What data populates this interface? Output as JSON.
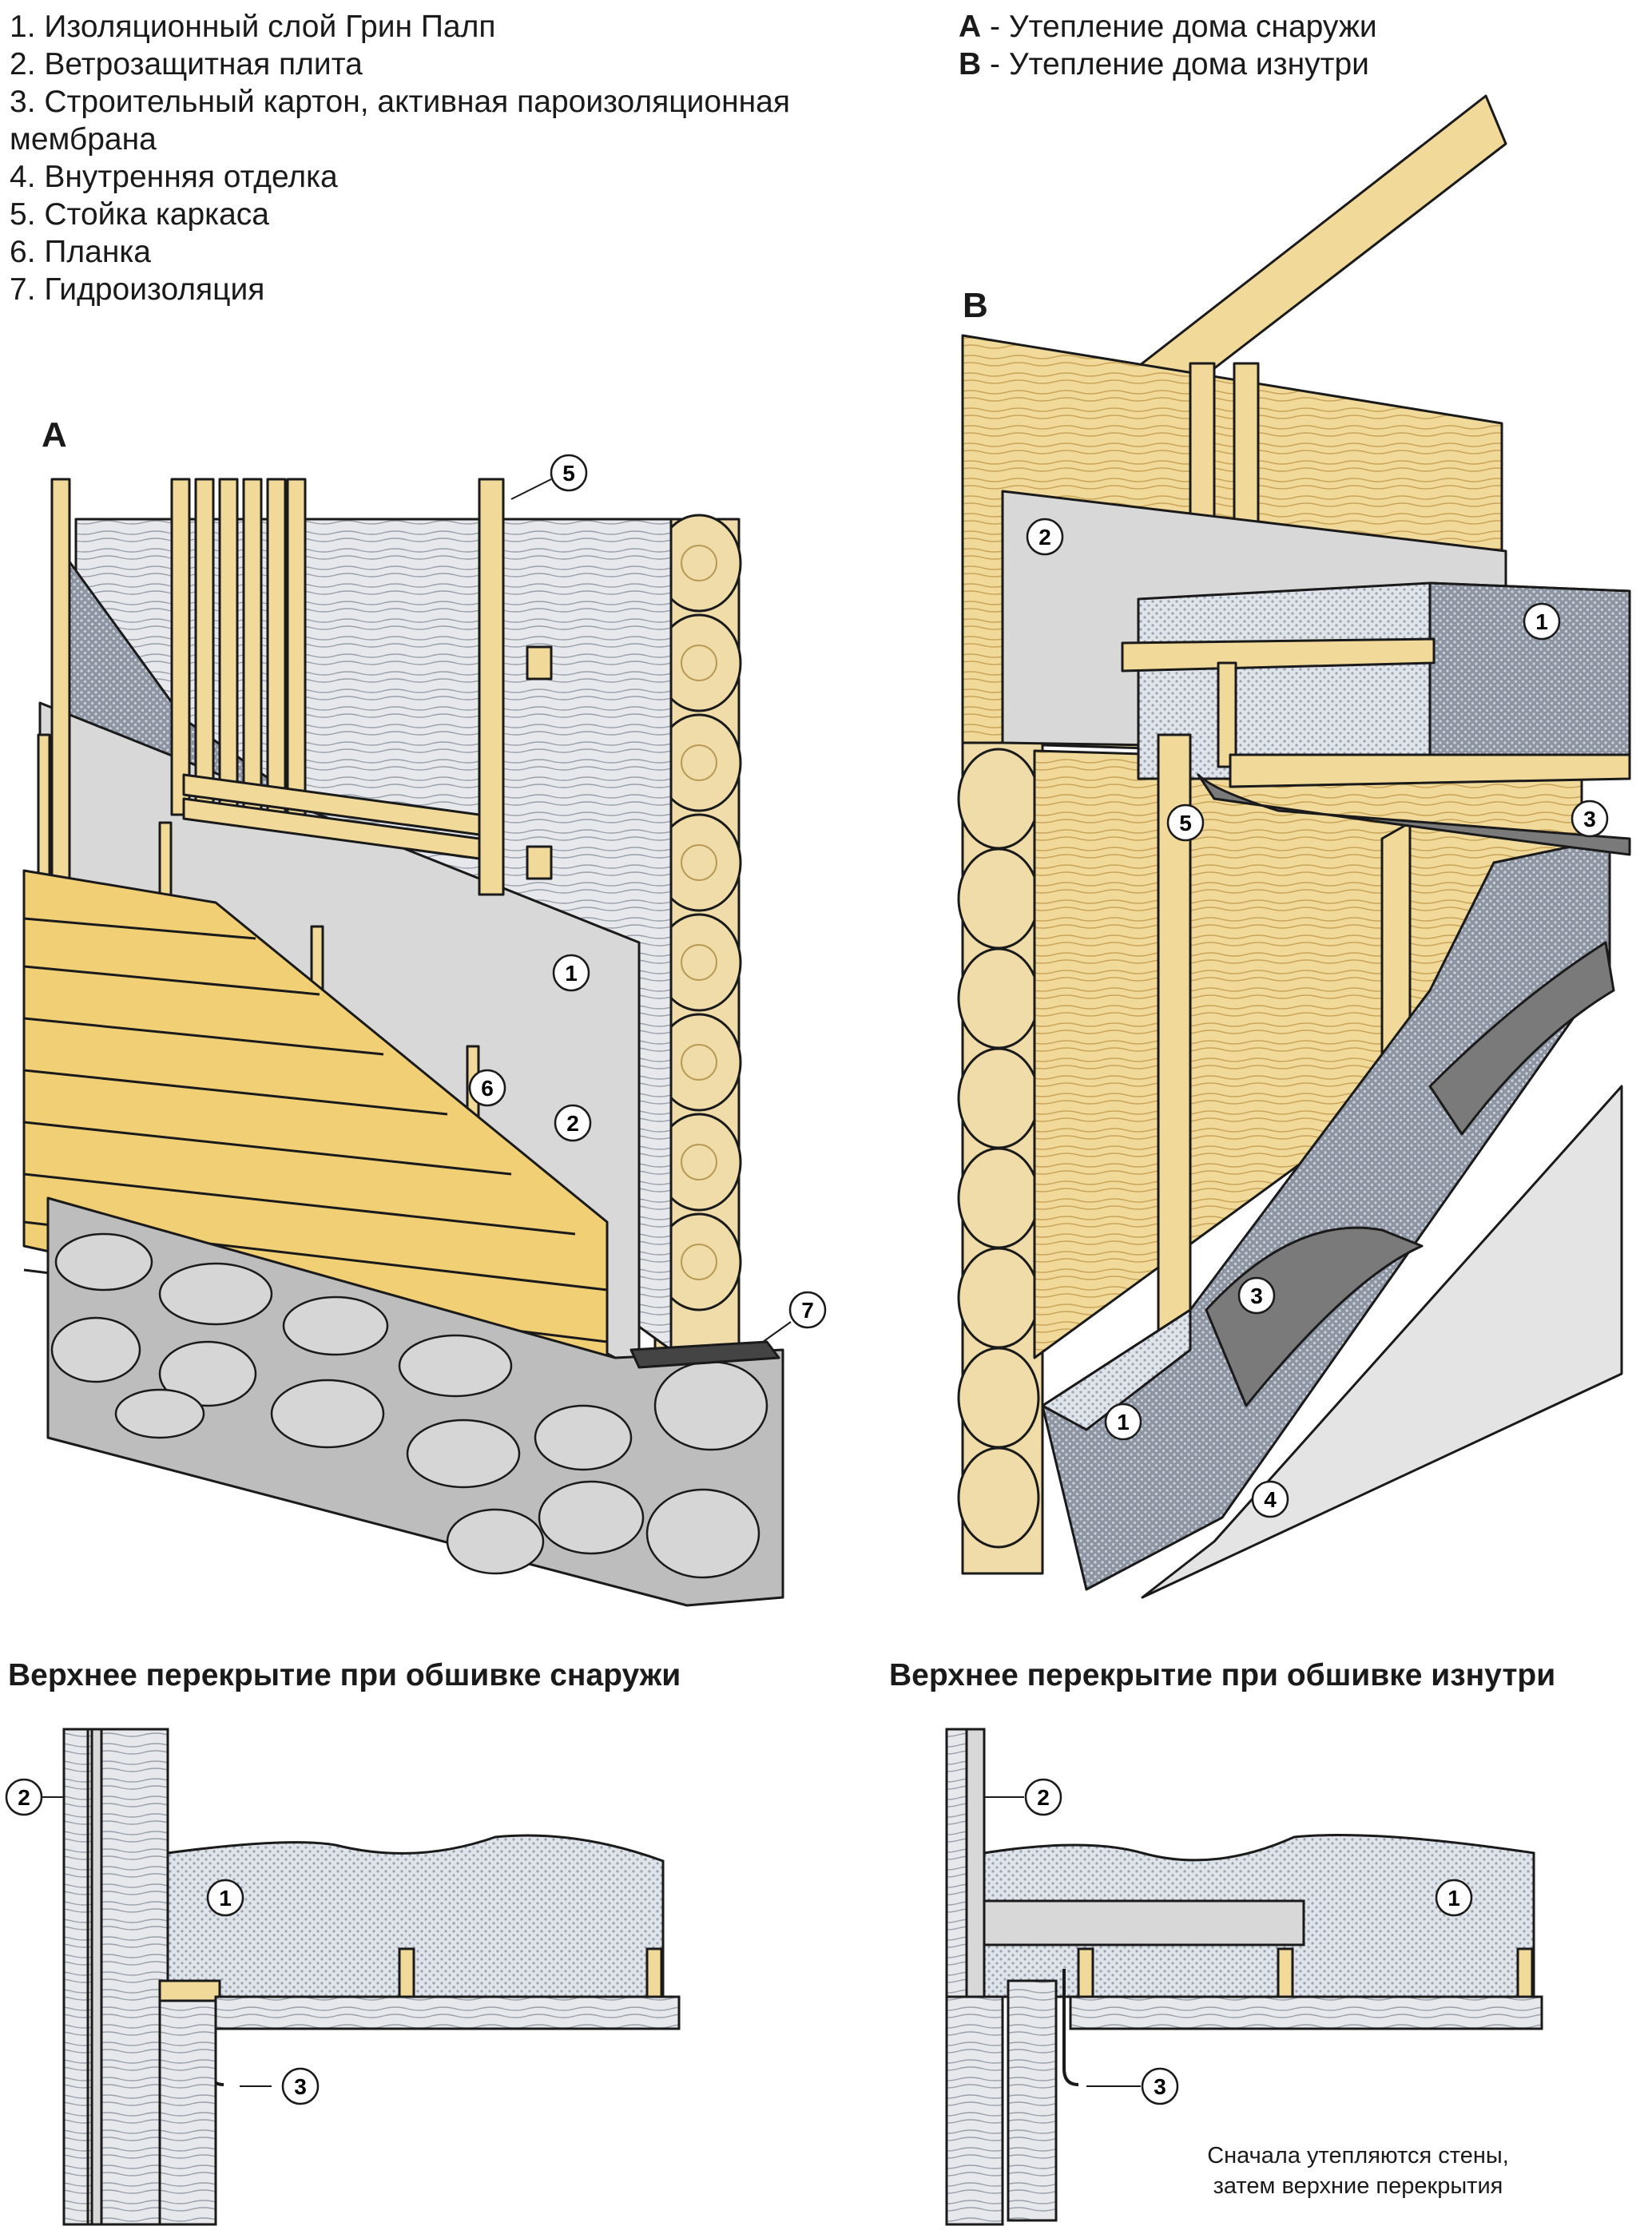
{
  "legend": {
    "items": [
      "1. Изоляционный слой Грин Палп",
      "2. Ветрозащитная плита",
      "3. Строительный картон, активная пароизоляционная мембрана",
      "4. Внутренняя отделка",
      "5. Стойка каркаса",
      "6. Планка",
      "7. Гидроизоляция"
    ]
  },
  "variants": {
    "a_letter": "A",
    "a_text": " - Утепление дома снаружи",
    "b_letter": "B",
    "b_text": " - Утепление дома изнутри"
  },
  "panels": {
    "a_label": "A",
    "b_label": "B"
  },
  "sections": {
    "left_title": "Верхнее перекрытие при обшивке снаружи",
    "right_title": "Верхнее перекрытие при обшивке изнутри",
    "note_line1": "Сначала утепляются стены,",
    "note_line2": "затем верхние перекрытия"
  },
  "callouts": {
    "c1": "1",
    "c2": "2",
    "c3": "3",
    "c4": "4",
    "c5": "5",
    "c6": "6",
    "c7": "7"
  },
  "colors": {
    "wood": "#f1d99a",
    "wood_dark": "#d9b968",
    "log": "#efdca8",
    "insulation": "#dfe3ea",
    "board": "#d8d8d8",
    "stone": "#bdbdbd",
    "siding": "#f0cf75",
    "membrane": "#7a7a7a",
    "line": "#1a1a1a"
  }
}
